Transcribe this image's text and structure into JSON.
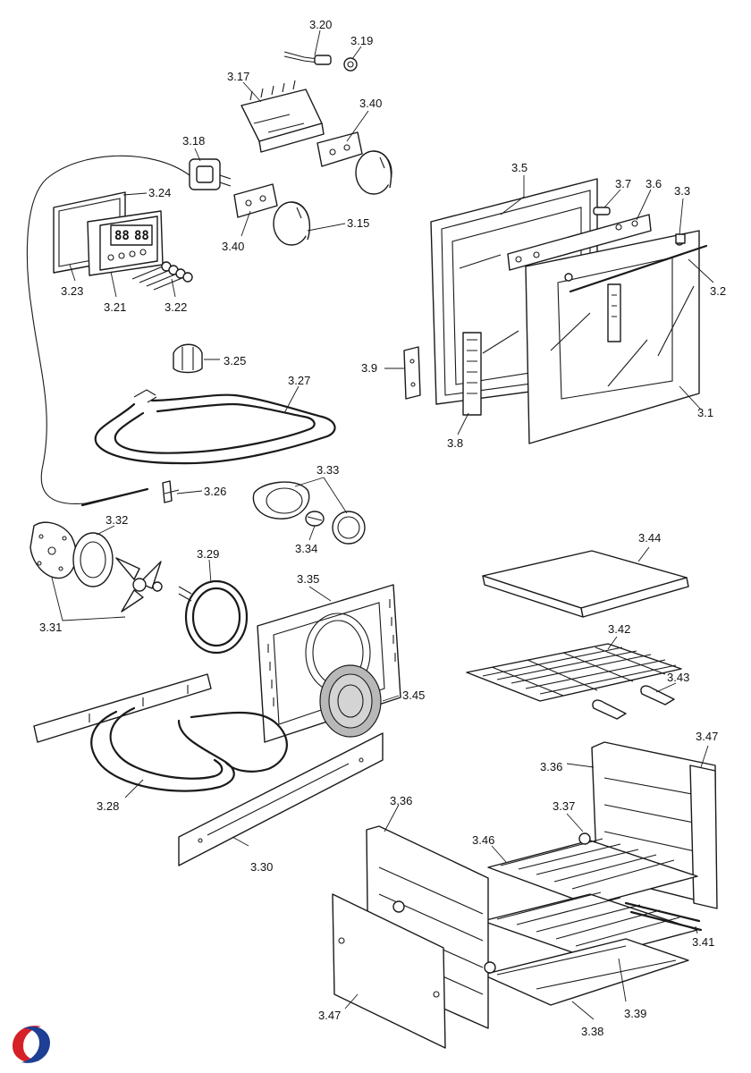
{
  "colors": {
    "logo_red": "#d62027",
    "logo_blue": "#1d3f94",
    "line": "#1a1a1a",
    "fill_grey": "#b8b8b8"
  },
  "icons": {
    "logo": "brand-swirl-logo"
  },
  "display_digits": [
    "88",
    "88"
  ],
  "labels": {
    "p3_20": "3.20",
    "p3_19": "3.19",
    "p3_17": "3.17",
    "p3_40a": "3.40",
    "p3_18": "3.18",
    "p3_24": "3.24",
    "p3_40b": "3.40",
    "p3_15": "3.15",
    "p3_23": "3.23",
    "p3_21": "3.21",
    "p3_22": "3.22",
    "p3_5": "3.5",
    "p3_7": "3.7",
    "p3_6": "3.6",
    "p3_3": "3.3",
    "p3_2": "3.2",
    "p3_9": "3.9",
    "p3_8": "3.8",
    "p3_1": "3.1",
    "p3_25": "3.25",
    "p3_27": "3.27",
    "p3_26": "3.26",
    "p3_33": "3.33",
    "p3_34": "3.34",
    "p3_32": "3.32",
    "p3_29": "3.29",
    "p3_31": "3.31",
    "p3_35": "3.35",
    "p3_44": "3.44",
    "p3_42": "3.42",
    "p3_43": "3.43",
    "p3_45": "3.45",
    "p3_28": "3.28",
    "p3_30": "3.30",
    "p3_47a": "3.47",
    "p3_36a": "3.36",
    "p3_36b": "3.36",
    "p3_37": "3.37",
    "p3_46": "3.46",
    "p3_41": "3.41",
    "p3_39": "3.39",
    "p3_38": "3.38",
    "p3_47b": "3.47"
  }
}
